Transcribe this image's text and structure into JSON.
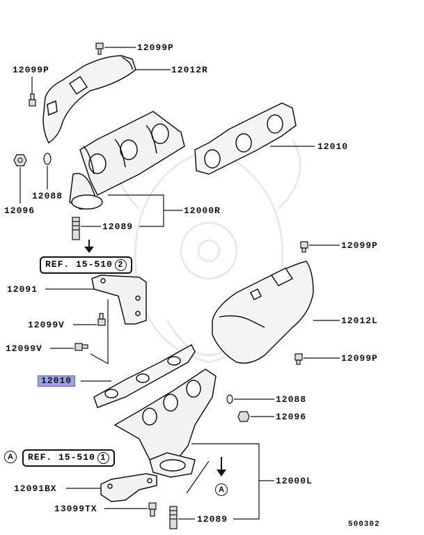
{
  "parts": {
    "p12099p_top": "12099P",
    "p12012r": "12012R",
    "p12099p_left": "12099P",
    "p12010_top": "12010",
    "p12088_left": "12088",
    "p12096_left": "12096",
    "p12000r": "12000R",
    "p12089_top": "12089",
    "p12099p_right1": "12099P",
    "p12091": "12091",
    "p12012l": "12012L",
    "p12099v_1": "12099V",
    "p12099v_2": "12099V",
    "p12099p_right2": "12099P",
    "p12010_highlight": "12010",
    "p12088_right": "12088",
    "p12096_right": "12096",
    "p12091bx": "12091BX",
    "p12000l": "12000L",
    "p13099tx": "13099TX",
    "p12089_bottom": "12089"
  },
  "refs": {
    "ref_top": {
      "text": "REF. 15-510",
      "num": "2"
    },
    "ref_bottom": {
      "text": "REF. 15-510",
      "num": "1"
    }
  },
  "markers": {
    "a_left": "A",
    "a_arrow": "A"
  },
  "diagram_code": "500302",
  "colors": {
    "highlight": "#9fa2e8",
    "line": "#111111",
    "fill": "#f2f2f2"
  }
}
